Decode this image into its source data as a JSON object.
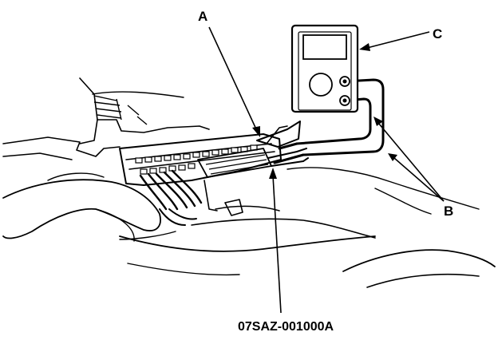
{
  "callouts": {
    "a": "A",
    "b": "B",
    "c": "C"
  },
  "part_number": "07SAZ-001000A"
}
